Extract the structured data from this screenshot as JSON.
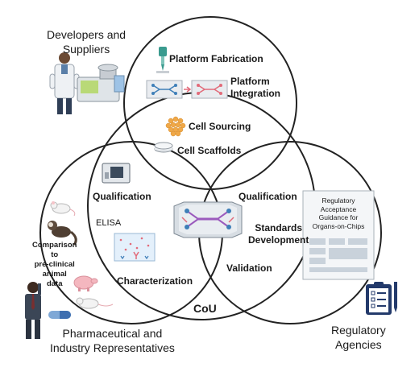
{
  "groups": {
    "developers": "Developers and\nSuppliers",
    "pharma": "Pharmaceutical and\nIndustry Representatives",
    "regulatory": "Regulatory\nAgencies"
  },
  "labels": {
    "platform_fabrication": "Platform Fabrication",
    "platform_integration": "Platform\nIntegration",
    "cell_sourcing": "Cell Sourcing",
    "cell_scaffolds": "Cell Scaffolds",
    "qualification_left": "Qualification",
    "qualification_right": "Qualification",
    "elisa": "ELISA",
    "comparison": "Comparison\nto\npre-clinical\nanimal\ndata",
    "characterization": "Characterization",
    "standards_development": "Standards\nDevelopment",
    "validation": "Validation",
    "cou": "CoU",
    "guidance_doc": "Regulatory\nAcceptance\nGuidance  for\nOrgans-on-Chips"
  },
  "icons": [
    "scientist-icon",
    "lab-instrument-icon",
    "micropipette-icon",
    "chip-channel-icon",
    "cell-cluster-icon",
    "scaffold-dish-icon",
    "plate-reader-icon",
    "elisa-assay-icon",
    "mouse-icon",
    "marmoset-icon",
    "pig-icon",
    "rat-icon",
    "businessman-icon",
    "capsule-icon",
    "organ-chip-icon",
    "clipboard-checklist-icon",
    "pen-icon",
    "guidance-document-icon"
  ],
  "colors": {
    "circle_stroke": "#222222",
    "chip_pink": "#e26b7a",
    "chip_blue": "#3f7fb8",
    "chip_purple": "#9b5bbd",
    "cells_orange": "#f0a848",
    "clipboard_navy": "#233a6b"
  }
}
